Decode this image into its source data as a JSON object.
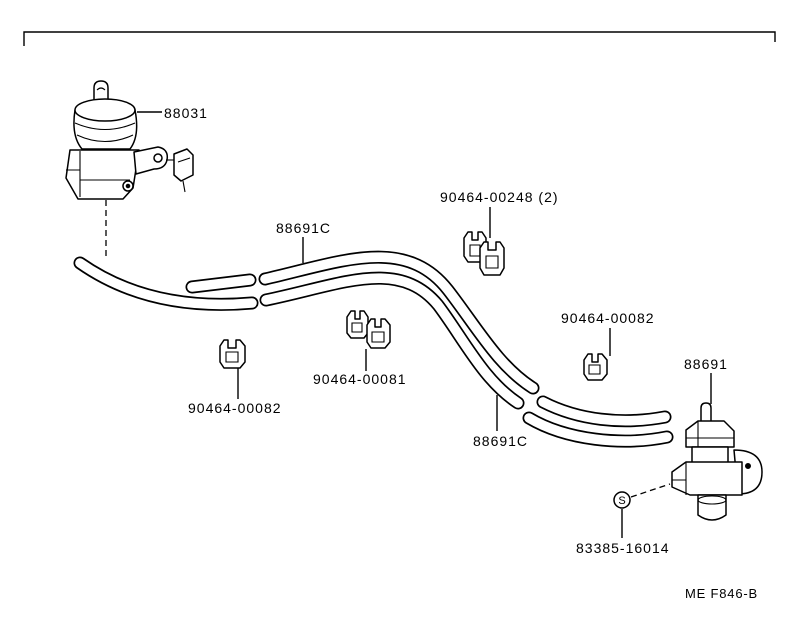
{
  "labels": [
    "88031",
    "90464-00248 (2)",
    "88691C",
    "90464-00082",
    "88691",
    "90464-00081",
    "90464-00082",
    "88691C",
    "83385-16014"
  ],
  "s_mark": "S",
  "figure_code": "ME F846-B"
}
